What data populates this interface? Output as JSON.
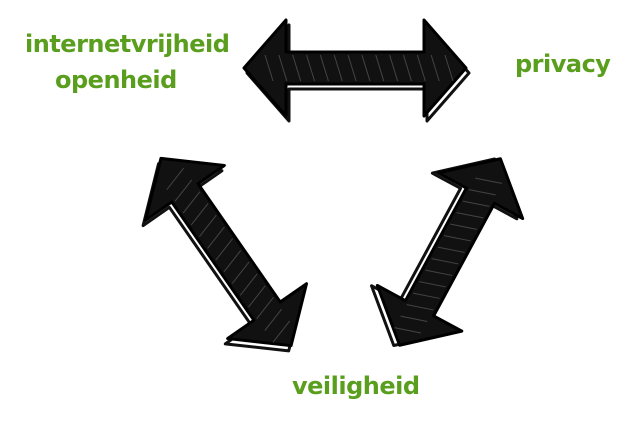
{
  "labels": {
    "internet_freedom": "internetvrijheid",
    "openness": "openheid",
    "privacy": "privacy",
    "security": "veiligheid"
  },
  "colors": {
    "label": "#5a9e1e",
    "arrow": "#111111"
  }
}
